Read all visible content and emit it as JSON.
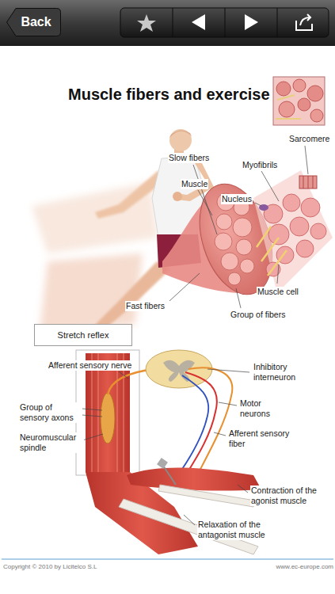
{
  "diagram": {
    "title": "Muscle fibers and exercise",
    "nodes": [
      {
        "text": [
          "Back"
        ]
      },
      {
        "text": [
          "Stretch reflex"
        ]
      }
    ],
    "labels": [
      "Sarcomere",
      "Slow fibers",
      "Myofibrils",
      "Muscle",
      "Nucleus",
      "Fast fibers",
      "Muscle cell",
      "Group of fibers",
      "Afferent sensory nerve",
      "Inhibitory interneuron",
      "Group of sensory axons",
      "Neuromuscular spindle",
      "Motor neurons",
      "Afferent sensory fiber",
      "Contraction of the agonist muscle",
      "Relaxation of the antagonist muscle",
      "Copyright © 2010 by Licitelco S.L",
      "www.ec-europe.com"
    ]
  }
}
